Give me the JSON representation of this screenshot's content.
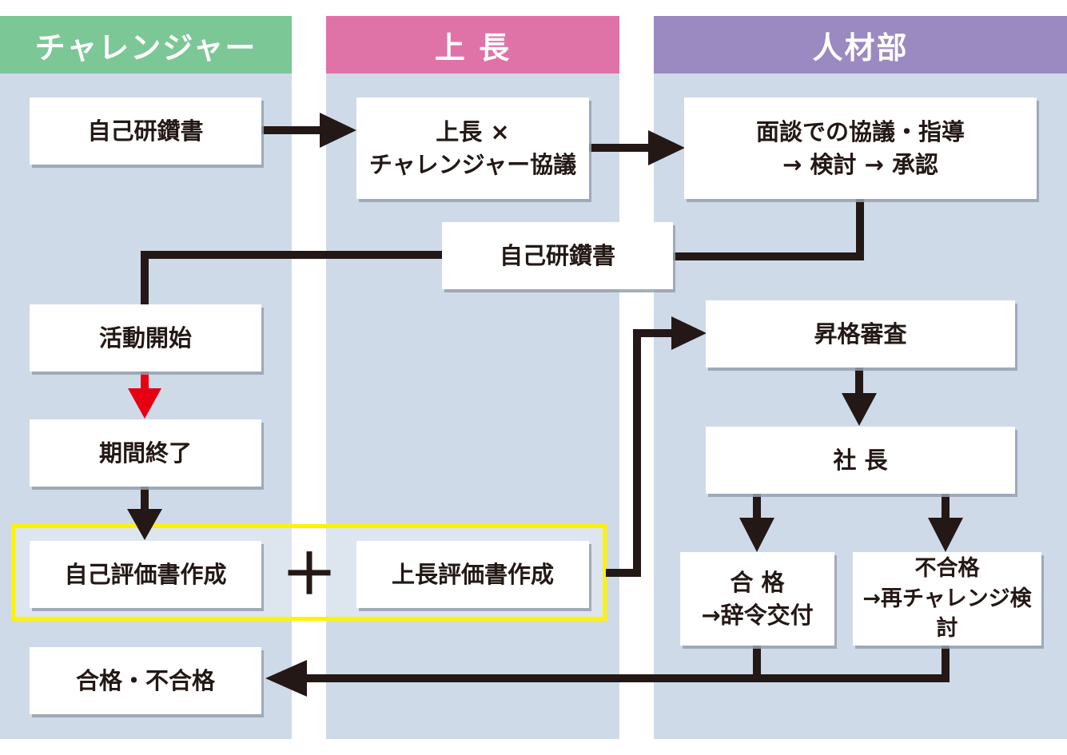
{
  "lanes": {
    "challenger": {
      "label": "チャレンジャー",
      "color": "#7cc796"
    },
    "boss": {
      "label": "上 長",
      "color": "#df73a8"
    },
    "hr": {
      "label": "人材部",
      "color": "#9b89c1"
    }
  },
  "boxes": {
    "self_study_1": "自己研鑽書",
    "discussion": "上長 ×\nチャレンジャー協議",
    "interview": "面談での協議・指導\n→ 検討 → 承認",
    "self_study_2": "自己研鑽書",
    "activity_start": "活動開始",
    "period_end": "期間終了",
    "self_eval": "自己評価書作成",
    "plus": "＋",
    "boss_eval": "上長評価書作成",
    "promotion_review": "昇格審査",
    "president": "社 長",
    "pass": "合 格\n→辞令交付",
    "fail": "不合格\n→再チャレンジ検討",
    "result": "合格・不合格"
  },
  "colors": {
    "arrow": "#231815",
    "red_arrow": "#e60012",
    "highlight": "#fff200",
    "lane_bg": "#cfdae9"
  }
}
